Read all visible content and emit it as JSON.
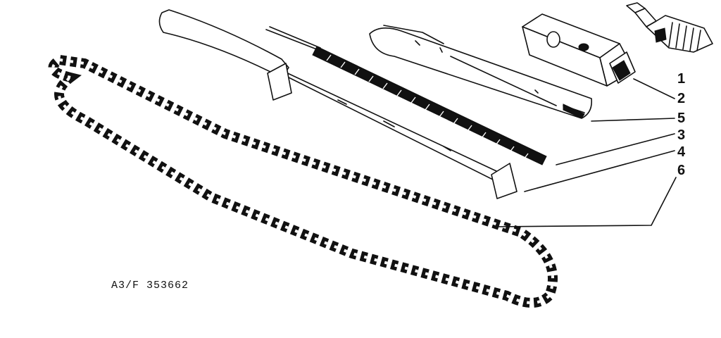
{
  "diagram": {
    "part_numbers": [
      {
        "id": "1",
        "label": "1"
      },
      {
        "id": "2",
        "label": "2"
      },
      {
        "id": "5",
        "label": "5"
      },
      {
        "id": "3",
        "label": "3"
      },
      {
        "id": "4",
        "label": "4"
      },
      {
        "id": "6",
        "label": "6"
      }
    ],
    "drawing_code": "A3/F 353662"
  }
}
